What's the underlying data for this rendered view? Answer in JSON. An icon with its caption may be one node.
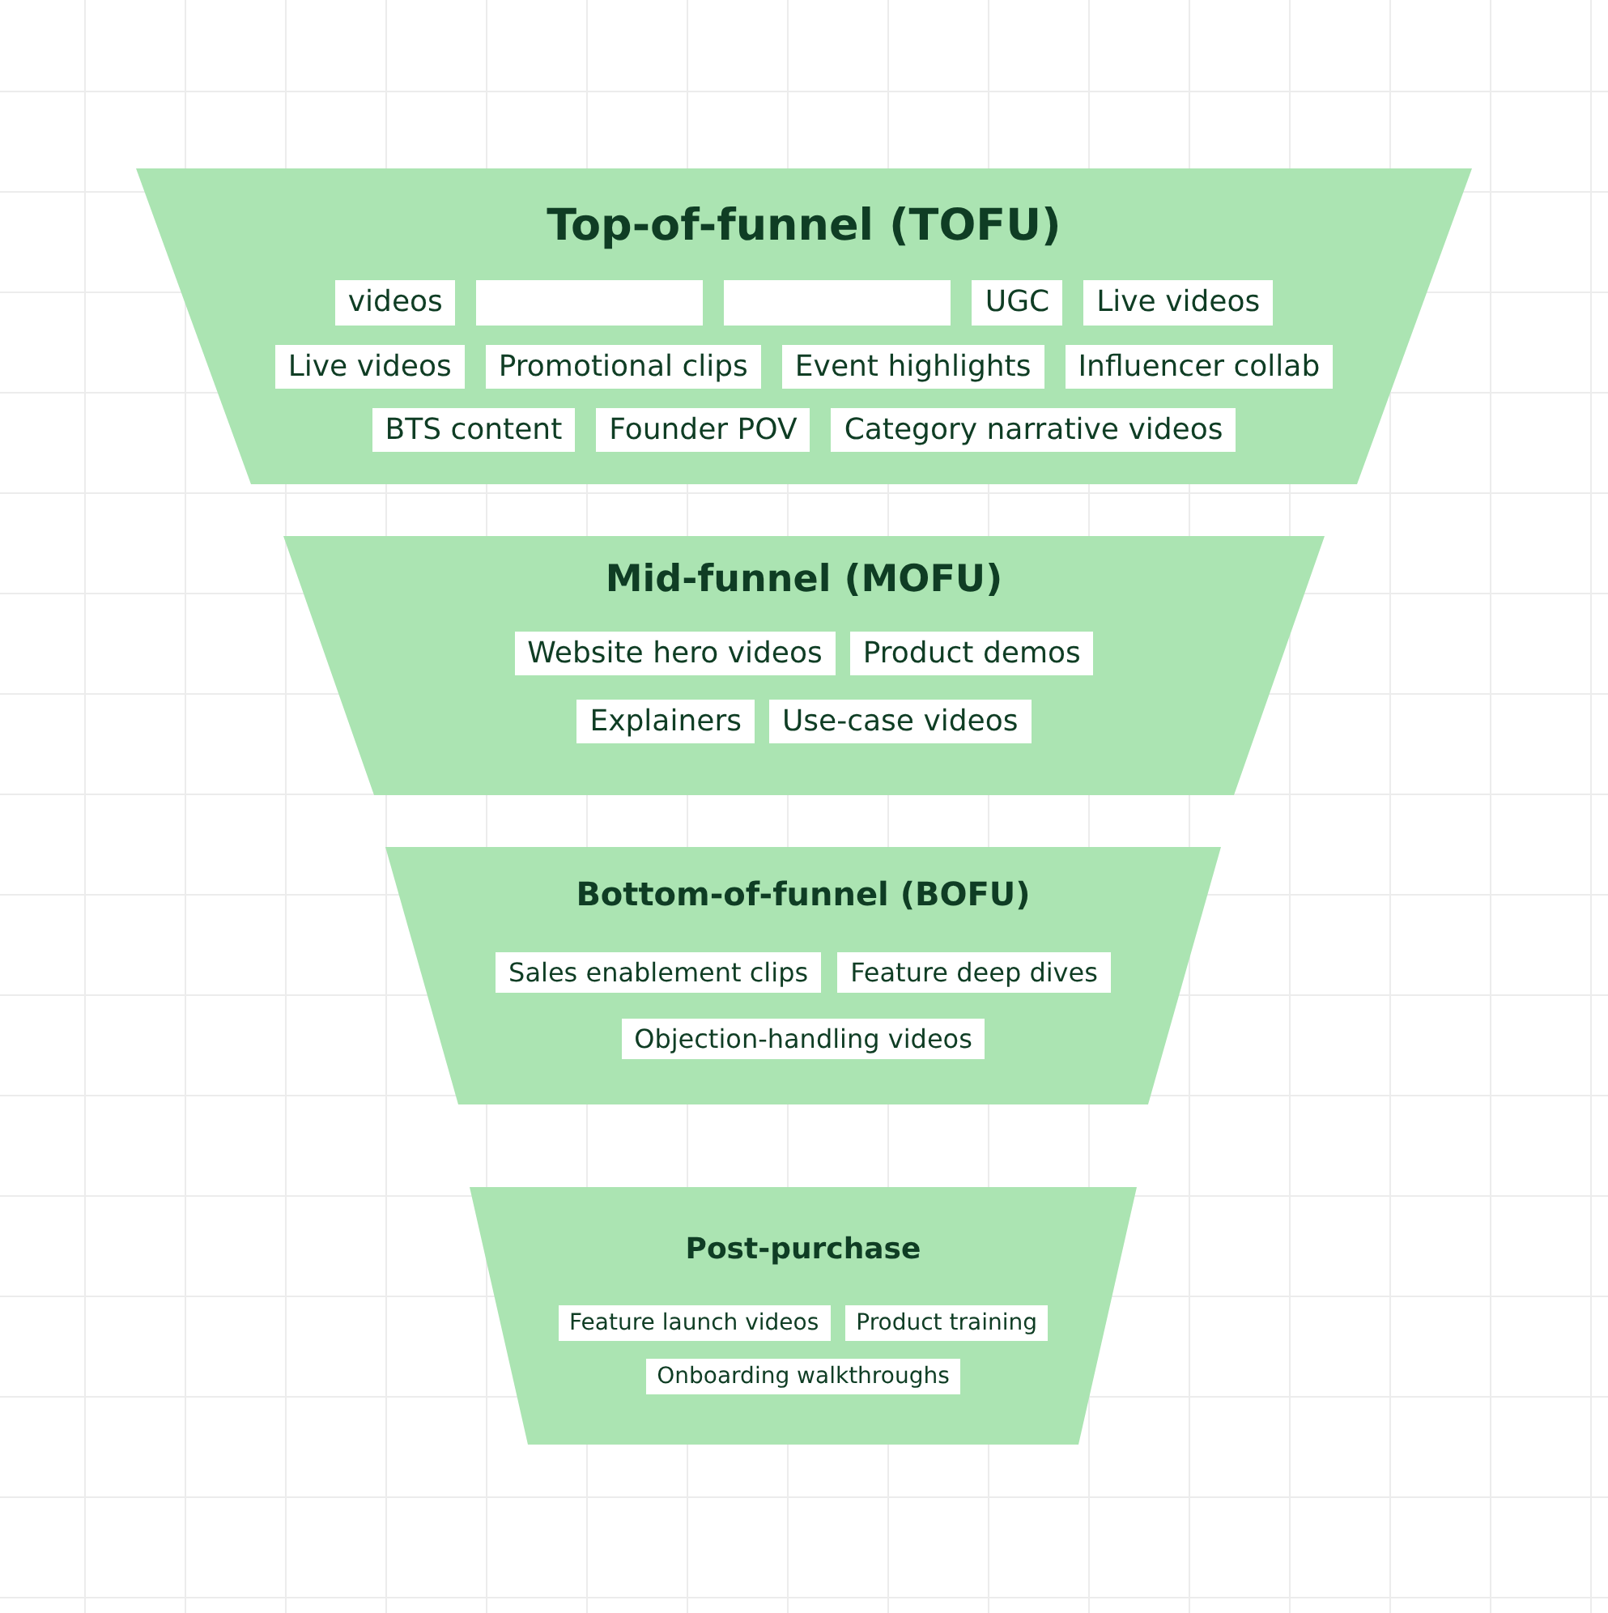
{
  "diagram": {
    "nodes": [
      {
        "text": [
          "Top-of-funnel (TOFU)"
        ]
      },
      {
        "text": [
          "videos"
        ],
        "in": 0
      },
      {
        "text": [],
        "shape": "box",
        "in": 0
      },
      {
        "text": [],
        "shape": "box",
        "in": 0
      },
      {
        "text": [
          "UGC"
        ],
        "in": 0
      },
      {
        "text": [
          "Live videos"
        ],
        "in": 0
      },
      {
        "text": [
          "Live videos"
        ],
        "in": 0
      },
      {
        "text": [
          "Promotional clips"
        ],
        "in": 0
      },
      {
        "text": [
          "Event highlights"
        ],
        "in": 0
      },
      {
        "text": [
          "Influencer collab"
        ],
        "in": 0
      },
      {
        "text": [
          "BTS content"
        ],
        "in": 0
      },
      {
        "text": [
          "Founder POV"
        ],
        "in": 0
      },
      {
        "text": [
          "Category narrative videos"
        ],
        "in": 0
      },
      {
        "text": [
          "Mid-funnel (MOFU)"
        ]
      },
      {
        "text": [
          "Website hero videos"
        ],
        "in": 13
      },
      {
        "text": [
          "Product demos"
        ],
        "in": 13
      },
      {
        "text": [
          "Explainers"
        ],
        "in": 13
      },
      {
        "text": [
          "Use-case videos"
        ],
        "in": 13
      },
      {
        "text": [
          "Bottom-of-funnel (BOFU)"
        ]
      },
      {
        "text": [
          "Sales enablement clips"
        ],
        "in": 18
      },
      {
        "text": [
          "Feature deep dives"
        ],
        "in": 18
      },
      {
        "text": [
          "Objection-handling videos"
        ],
        "in": 18
      },
      {
        "text": [
          "Post-purchase"
        ]
      },
      {
        "text": [
          "Feature launch videos"
        ],
        "in": 22
      },
      {
        "text": [
          "Product training"
        ],
        "in": 22
      },
      {
        "text": [
          "Onboarding walkthroughs"
        ],
        "in": 22
      }
    ],
    "edges": []
  }
}
